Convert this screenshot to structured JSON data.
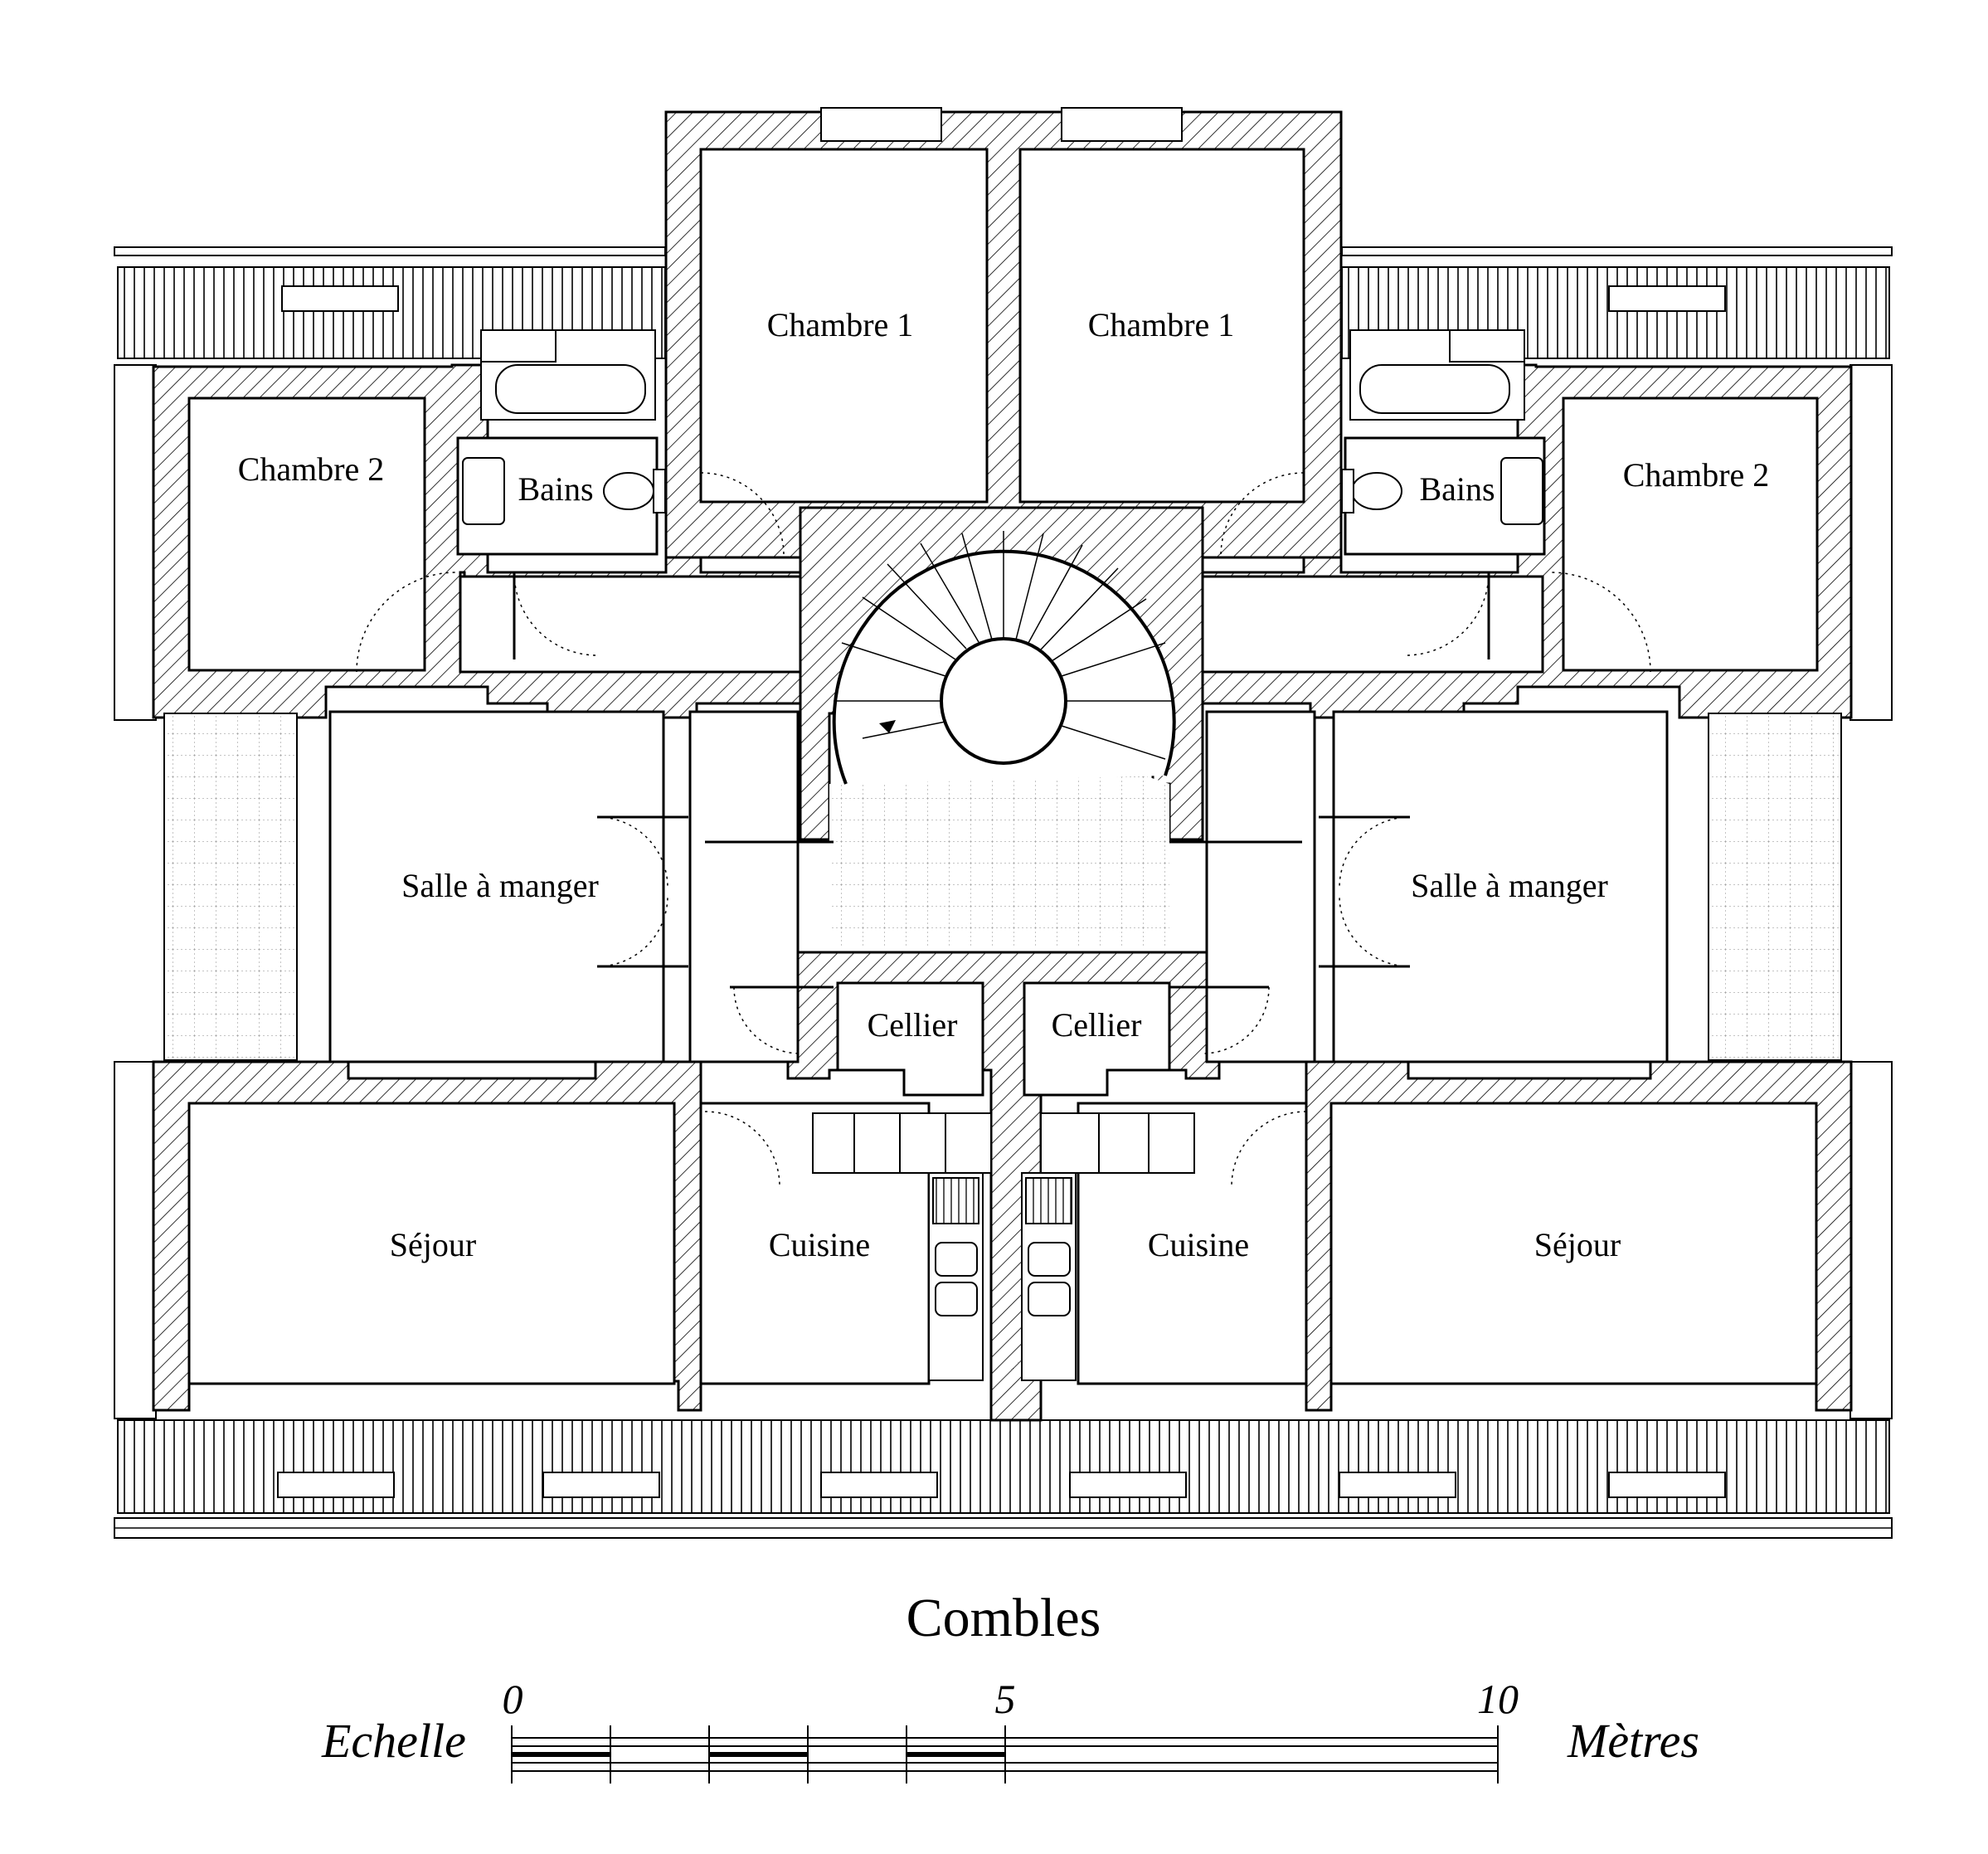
{
  "plan": {
    "title": "Combles",
    "rooms": {
      "chambre1_left": "Chambre 1",
      "chambre1_right": "Chambre 1",
      "chambre2_left": "Chambre 2",
      "chambre2_right": "Chambre 2",
      "bains_left": "Bains",
      "bains_right": "Bains",
      "salle_left": "Salle à manger",
      "salle_right": "Salle à manger",
      "cellier_left": "Cellier",
      "cellier_right": "Cellier",
      "sejour_left": "Séjour",
      "sejour_right": "Séjour",
      "cuisine_left": "Cuisine",
      "cuisine_right": "Cuisine"
    }
  },
  "scale": {
    "label_left": "Echelle",
    "label_right": "Mètres",
    "tick_0": "0",
    "tick_5": "5",
    "tick_10": "10"
  },
  "colors": {
    "ink": "#000000",
    "paper": "#ffffff"
  }
}
